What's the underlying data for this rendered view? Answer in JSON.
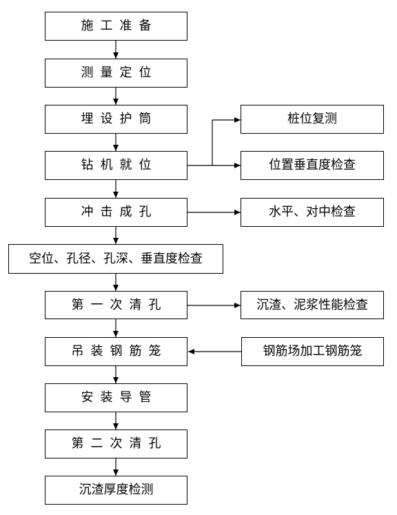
{
  "flow": {
    "steps": [
      "施工准备",
      "测量定位",
      "埋设护筒",
      "钻机就位",
      "冲击成孔",
      "空位、孔径、孔深、垂直度检查",
      "第一次清孔",
      "吊装钢筋笼",
      "安装导管",
      "第二次清孔",
      "沉渣厚度检测"
    ],
    "side": [
      "桩位复测",
      "位置垂直度检查",
      "水平、对中检查",
      "沉渣、泥浆性能检查",
      "钢筋场加工钢筋笼"
    ]
  }
}
